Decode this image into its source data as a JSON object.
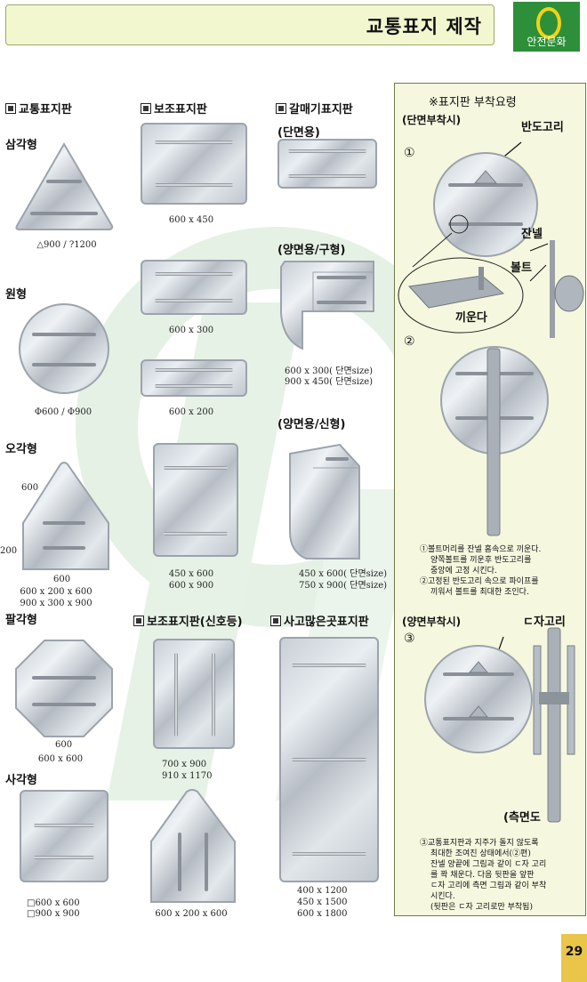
{
  "header": {
    "title": "교통표지 제작",
    "logo_text": "안전문화"
  },
  "page_number": "29",
  "sections": {
    "traffic": "교통표지판",
    "aux": "보조표지판",
    "galmae": "갈매기표지판",
    "aux_signal": "보조표지판(신호등)",
    "accident": "사고많은곳표지판"
  },
  "shapes": {
    "triangle": {
      "label": "삼각형",
      "dim": "△900 / ?1200"
    },
    "circle": {
      "label": "원형",
      "dim": "Φ600 / Φ900"
    },
    "pentagon": {
      "label": "오각형",
      "dim_a": "600",
      "dim_b": "200",
      "dim_c": "600",
      "dim": "600 x 200 x 600",
      "dim2": "900 x 300 x 900"
    },
    "octagon": {
      "label": "팔각형",
      "dim_w": "600",
      "dim": "600 x 600"
    },
    "square": {
      "label": "사각형",
      "dim": "□600 x 600",
      "dim2": "□900 x 900"
    }
  },
  "aux_dims": {
    "a": "600 x 450",
    "b": "600 x 300",
    "c": "600 x 200",
    "d": "450 x 600",
    "d2": "600 x 900"
  },
  "galmae": {
    "single": "(단면용)",
    "double_old": "(양면용/구형)",
    "double_old_dim": "600 x 300( 단면size)",
    "double_old_dim2": "900 x 450( 단면size)",
    "double_new": "(양면용/신형)",
    "double_new_dim": "450 x 600( 단면size)",
    "double_new_dim2": "750 x 900( 단면size)"
  },
  "aux_signal": {
    "dim": "700 x   900",
    "dim2": "910 x 1170",
    "tri_dim": "600 x 200 x 600"
  },
  "accident": {
    "dim": "400 x 1200",
    "dim2": "450 x 1500",
    "dim3": "600 x 1800"
  },
  "panel": {
    "title": "※표지판 부착요령",
    "single_title": "(단면부착시)",
    "banding": "반도고리",
    "num1": "①",
    "channel": "잔넬",
    "bolt": "볼트",
    "insert": "끼운다",
    "num2": "②",
    "note1_1": "①볼트머리를 잔넬 홈속으로 끼운다.",
    "note1_2": "양쪽볼트를 끼운후 반도고리를",
    "note1_3": "중앙에 고정 시킨다.",
    "note1_4": "②고정된 반도고리 속으로 파이프를",
    "note1_5": "끼워서 볼트를 최대한 조인다.",
    "double_title": "(양면부착시)",
    "dhook": "ㄷ자고리",
    "num3": "③",
    "side_view": "(측면도",
    "note3_1": "③교통표지판과 지주가 돌지 않도록",
    "note3_2": "최대한 조여진 상태에서(②편)",
    "note3_3": "잔넬 양끝에 그림과 같이 ㄷ자 고리",
    "note3_4": "를 꽉 채운다. 다음 뒷판을 앞판",
    "note3_5": "ㄷ자 고리에 측면 그림과 같이 부착",
    "note3_6": "시킨다.",
    "note3_7": "(뒷판은 ㄷ자 고리로만 부착됨)"
  },
  "colors": {
    "accent_green": "#2d8f3a",
    "header_bg": "#f3f7cf",
    "panel_bg": "#f5f8de",
    "page_tab": "#e9c64a"
  }
}
